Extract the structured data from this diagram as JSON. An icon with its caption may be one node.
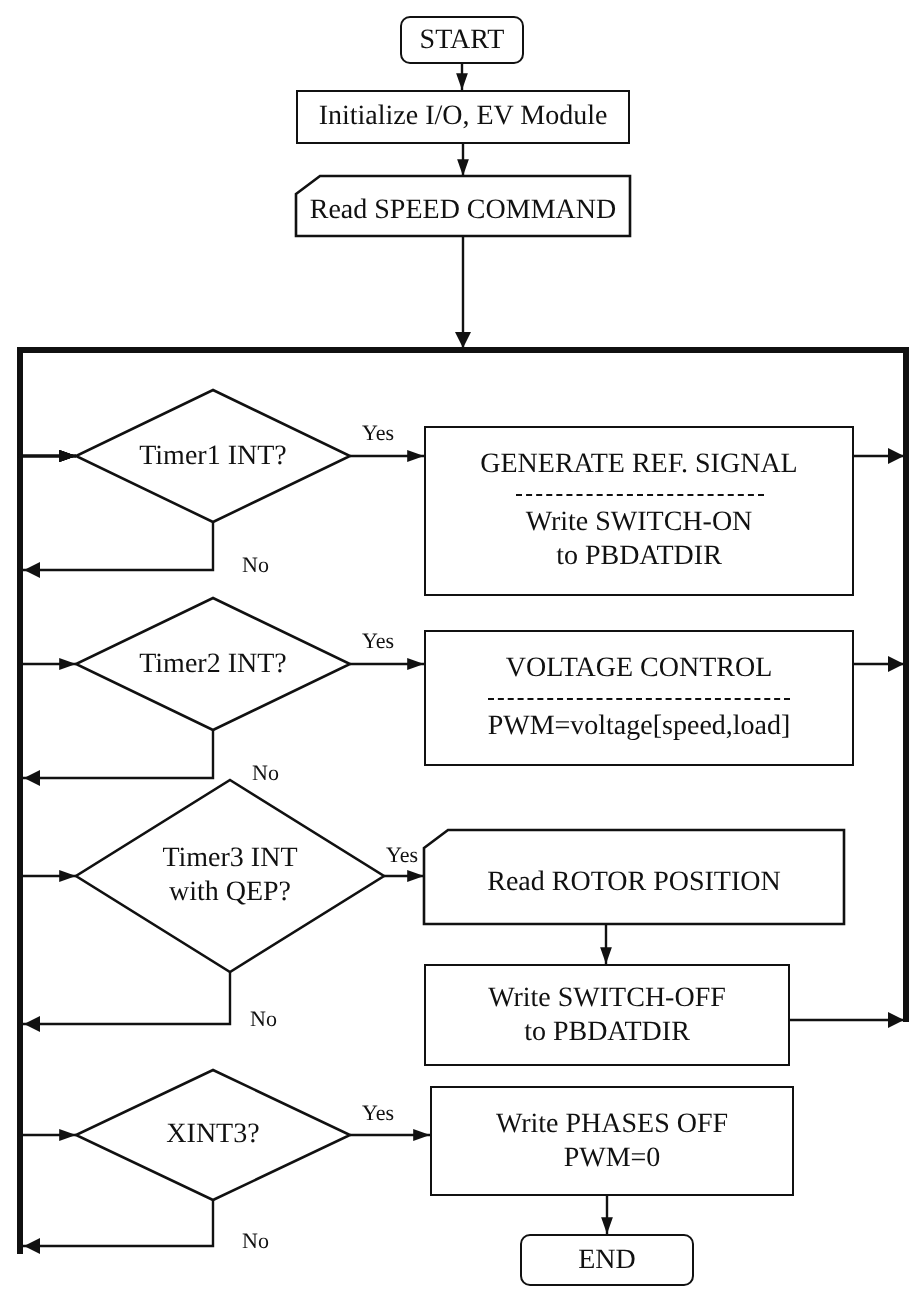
{
  "diagram": {
    "nodes": [
      {
        "text": [
          "START"
        ]
      },
      {
        "text": [
          "Initialize I/O, EV Module"
        ]
      },
      {
        "text": [
          "Read SPEED COMMAND"
        ]
      },
      {
        "text": [
          "Timer1 INT?"
        ]
      },
      {
        "text": [
          "GENERATE REF. SIGNAL",
          "Write SWITCH-ON to PBDATDIR"
        ]
      },
      {
        "text": [
          "Timer2 INT?"
        ]
      },
      {
        "text": [
          "VOLTAGE CONTROL",
          "PWM=voltage[speed,load]"
        ]
      },
      {
        "text": [
          "Timer3 INT with QEP?"
        ]
      },
      {
        "text": [
          "Read ROTOR POSITION"
        ]
      },
      {
        "text": [
          "Write SWITCH-OFF to PBDATDIR"
        ]
      },
      {
        "text": [
          "XINT3?"
        ]
      },
      {
        "text": [
          "Write PHASES OFF PWM=0"
        ]
      },
      {
        "text": [
          "END"
        ]
      }
    ],
    "edges": [
      {
        "from": 0,
        "to": 1,
        "arrow": "to"
      },
      {
        "from": 1,
        "to": 2,
        "arrow": "to"
      },
      {
        "from": 2,
        "to": 3,
        "arrow": "to"
      },
      {
        "from": 3,
        "to": 4,
        "arrow": "to",
        "label": "Yes"
      },
      {
        "from": 3,
        "to": 5,
        "arrow": "to",
        "label": "No"
      },
      {
        "from": 5,
        "to": 6,
        "arrow": "to",
        "label": "Yes"
      },
      {
        "from": 5,
        "to": 7,
        "arrow": "to",
        "label": "No"
      },
      {
        "from": 7,
        "to": 8,
        "arrow": "to",
        "label": "Yes"
      },
      {
        "from": 8,
        "to": 9,
        "arrow": "to"
      },
      {
        "from": 7,
        "to": 10,
        "arrow": "to",
        "label": "No"
      },
      {
        "from": 10,
        "to": 11,
        "arrow": "to",
        "label": "Yes"
      },
      {
        "from": 11,
        "to": 12,
        "arrow": "to"
      },
      {
        "from": 4,
        "to": 3,
        "arrow": "to"
      },
      {
        "from": 6,
        "to": 3,
        "arrow": "to"
      },
      {
        "from": 9,
        "to": 3,
        "arrow": "to"
      },
      {
        "from": 10,
        "to": 3,
        "arrow": "to",
        "label": "No"
      }
    ]
  }
}
